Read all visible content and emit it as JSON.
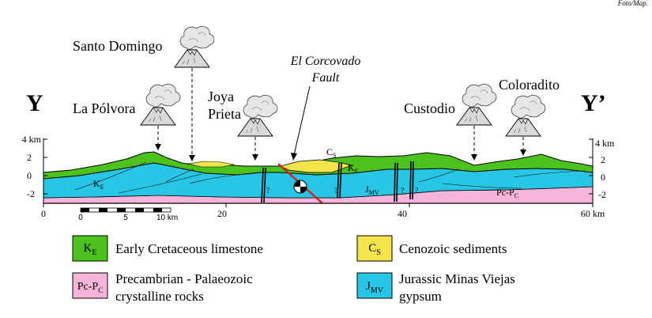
{
  "header": {
    "credit": "Foto/Map."
  },
  "section": {
    "left_label": "Y",
    "right_label": "Y’",
    "elevation_ticks": [
      "4 km",
      "2",
      "0",
      "-2"
    ],
    "distance_ticks": [
      "0",
      "20",
      "40",
      "60 km"
    ],
    "scale_bar": {
      "ticks": [
        "0",
        "5",
        "10 km"
      ]
    }
  },
  "volcanoes": {
    "santo_domingo": "Santo Domingo",
    "la_polvora": "La Pólvora",
    "joya_prieta_1": "Joya",
    "joya_prieta_2": "Prieta",
    "custodio": "Custodio",
    "coloradito": "Coloradito"
  },
  "fault": {
    "line1": "El Corcovado",
    "line2": "Fault"
  },
  "units": {
    "ke": {
      "code": "K",
      "sub": "E"
    },
    "cs": {
      "code": "C",
      "sub": "S"
    },
    "jmv": {
      "code": "J",
      "sub": "MV"
    },
    "pcpc": {
      "code": "Pc-P",
      "sub": "C"
    },
    "unknown": "?"
  },
  "legend": {
    "ke": {
      "code": "K",
      "sub": "E",
      "text": "Early Cretaceous limestone",
      "color": "#4cc21d"
    },
    "cs": {
      "code": "C",
      "sub": "S",
      "text": "Cenozoic sediments",
      "color": "#f2e44a"
    },
    "pcpc": {
      "code": "Pc-P",
      "sub": "C",
      "text1": "Precambrian - Palaeozoic",
      "text2": "crystalline rocks",
      "color": "#f6b4d8"
    },
    "jmv": {
      "code": "J",
      "sub": "MV",
      "text1": "Jurassic Minas Viejas",
      "text2": "gypsum",
      "color": "#27c6e6"
    }
  },
  "colors": {
    "limestone": "#4cc21d",
    "sediments": "#f2e44a",
    "gypsum": "#27c6e6",
    "crystalline": "#f6b4d8",
    "fault_red": "#e01818"
  }
}
